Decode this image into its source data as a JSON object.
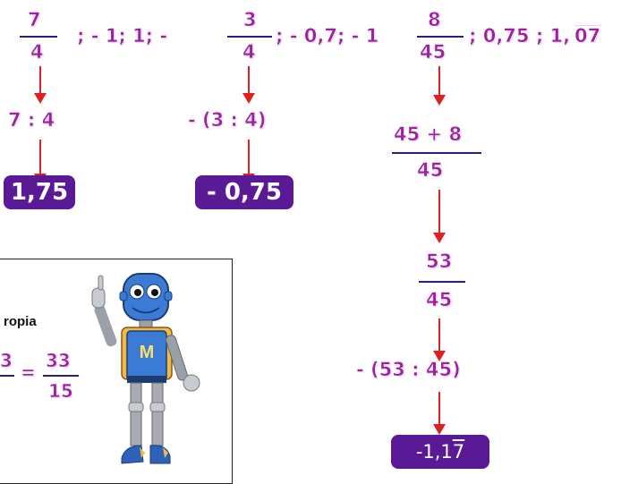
{
  "sequence": {
    "f1_num": "7",
    "f1_den": "4",
    "sep_a": "; - 1; 1; -",
    "f2_num": "3",
    "f2_den": "4",
    "sep_b": "; - 0,7; - 1",
    "f3_num": "8",
    "f3_den": "45",
    "sep_c": "; 0,75 ; 1,",
    "last_repeat": "07"
  },
  "col1": {
    "step1": "7 : 4",
    "result": "1,75"
  },
  "col2": {
    "step1": "- (3 : 4)",
    "result": "- 0,75"
  },
  "col3": {
    "frac1_num": "45 + 8",
    "frac1_den": "45",
    "frac2_num": "53",
    "frac2_den": "45",
    "step": "- (53 : 45)",
    "result_int": "-1,1",
    "result_rep": "7"
  },
  "box": {
    "label": "ropia",
    "eq_left": "3",
    "eq_sign": "=",
    "eq_num": "33",
    "eq_den": "15"
  },
  "mascot": {
    "letter": "M"
  },
  "colors": {
    "accent": "#a020a0",
    "badge": "#5a1a96",
    "arrow": "#e02020",
    "line": "#2a1a8a"
  }
}
